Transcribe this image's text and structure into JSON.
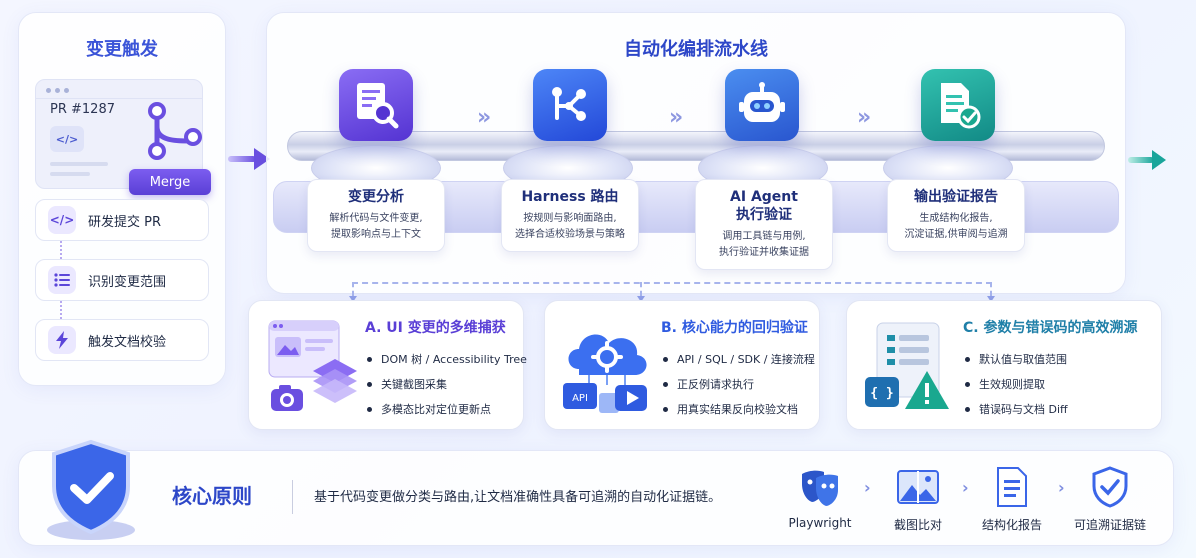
{
  "colors": {
    "primary": "#3b54d8",
    "purple": "#6a4fe0",
    "blue": "#2f6ae8",
    "teal": "#19a59b",
    "cardA": "#5a3fd6",
    "cardB": "#2f5be0",
    "cardC": "#1f8fa8"
  },
  "trigger": {
    "title": "变更触发",
    "pr_label": "PR #1287",
    "code_icon": "</>",
    "merge_label": "Merge",
    "steps": [
      {
        "icon": "code-icon",
        "label": "研发提交 PR"
      },
      {
        "icon": "list-icon",
        "label": "识别变更范围"
      },
      {
        "icon": "lightning-icon",
        "label": "触发文档校验"
      }
    ]
  },
  "pipeline": {
    "title": "自动化编排流水线",
    "stages": [
      {
        "icon": "document-search-icon",
        "title": "变更分析",
        "desc1": "解析代码与文件变更,",
        "desc2": "提取影响点与上下文"
      },
      {
        "icon": "routing-icon",
        "title": "Harness 路由",
        "desc1": "按规则与影响面路由,",
        "desc2": "选择合适校验场景与策略"
      },
      {
        "icon": "robot-icon",
        "title": "AI Agent",
        "title2": "执行验证",
        "desc1": "调用工具链与用例,",
        "desc2": "执行验证并收集证据"
      },
      {
        "icon": "report-check-icon",
        "title": "输出验证报告",
        "desc1": "生成结构化报告,",
        "desc2": "沉淀证据,供审阅与追溯"
      }
    ]
  },
  "capabilities": [
    {
      "title": "A. UI 变更的多维捕获",
      "items": [
        "DOM 树 / Accessibility Tree",
        "关键截图采集",
        "多模态比对定位更新点"
      ]
    },
    {
      "title": "B. 核心能力的回归验证",
      "api_label": "API",
      "items": [
        "API / SQL / SDK / 连接流程",
        "正反例请求执行",
        "用真实结果反向校验文档"
      ]
    },
    {
      "title": "C. 参数与错误码的高效溯源",
      "code_label": "{ }",
      "items": [
        "默认值与取值范围",
        "生效规则提取",
        "错误码与文档 Diff"
      ]
    }
  ],
  "principle": {
    "title": "核心原则",
    "text": "基于代码变更做分类与路由,让文档准确性具备可追溯的自动化证据链。",
    "tools": [
      {
        "icon": "masks-icon",
        "label": "Playwright"
      },
      {
        "icon": "image-compare-icon",
        "label": "截图比对"
      },
      {
        "icon": "document-icon",
        "label": "结构化报告"
      },
      {
        "icon": "shield-check-icon",
        "label": "可追溯证据链"
      }
    ]
  }
}
